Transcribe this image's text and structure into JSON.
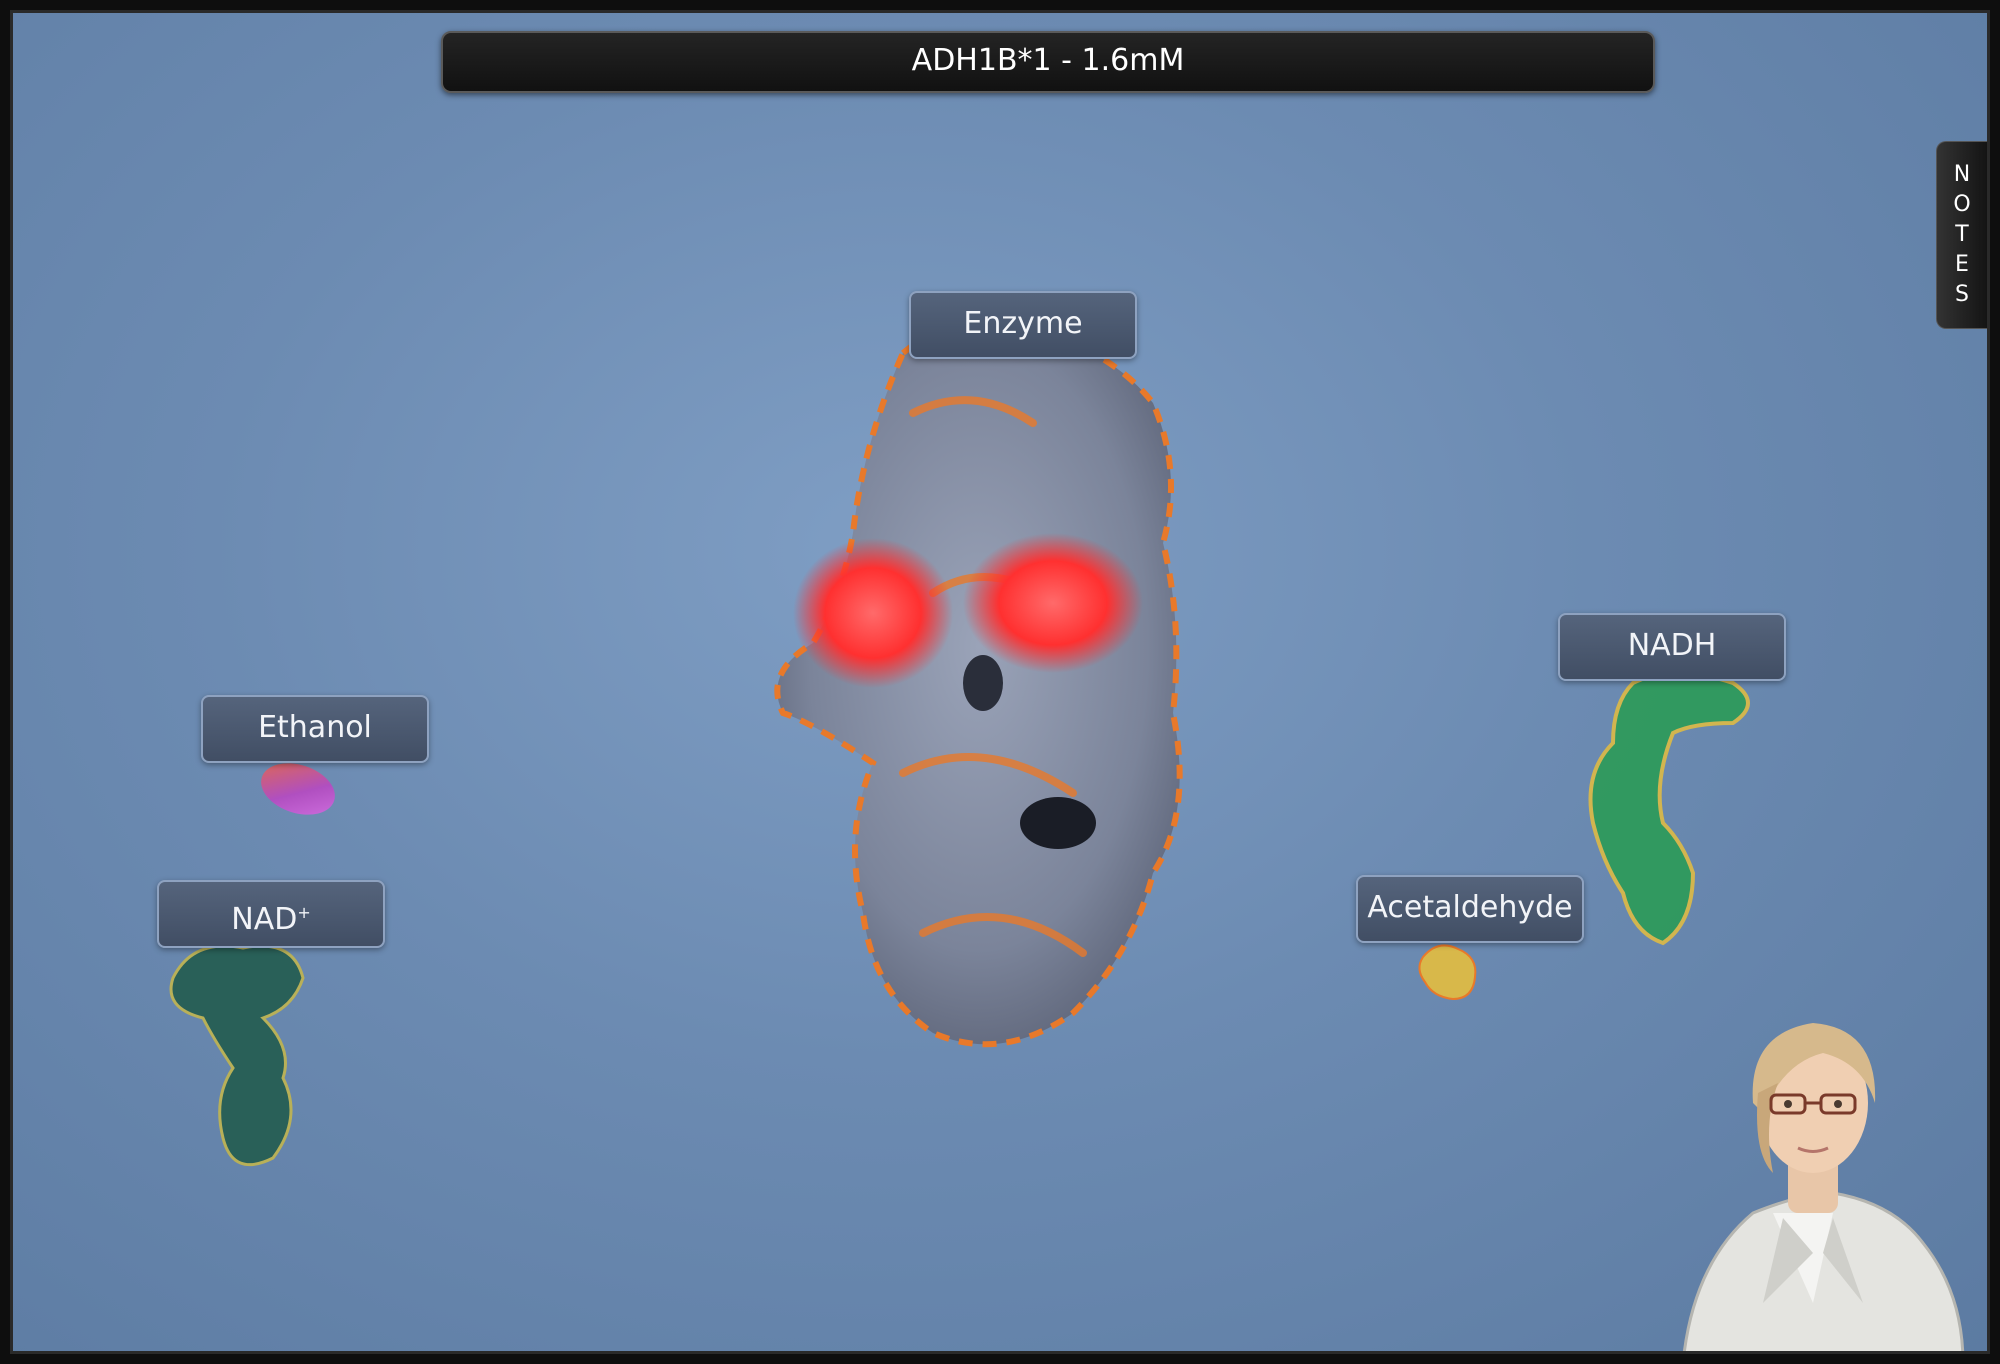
{
  "header": {
    "title": "ADH1B*1 - 1.6mM"
  },
  "notes_tab": {
    "letters": [
      "N",
      "O",
      "T",
      "E",
      "S"
    ]
  },
  "labels": {
    "enzyme": "Enzyme",
    "ethanol": "Ethanol",
    "nad_base": "NAD",
    "nad_sup": "+",
    "nadh": "NADH",
    "acetaldehyde": "Acetaldehyde"
  },
  "colors": {
    "background": "#6c8bb2",
    "enzyme_body": "#8a93a8",
    "enzyme_highlight": "#e8792a",
    "active_site": "#ff3a3a",
    "ethanol": "#b04fc0",
    "nad": "#1f5a4a",
    "nadh": "#2f9a5c",
    "acetaldehyde": "#d8b84a"
  }
}
